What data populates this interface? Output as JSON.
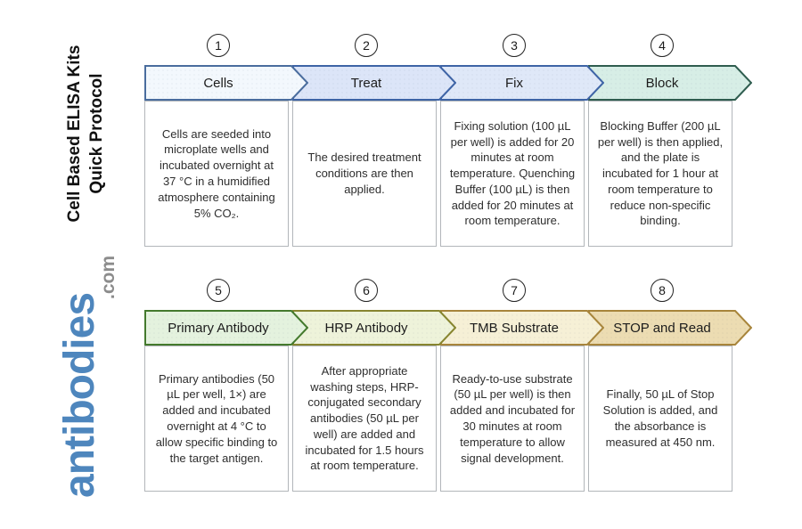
{
  "page": {
    "background": "#ffffff"
  },
  "sidebar": {
    "title_line1": "Cell Based ELISA Kits",
    "title_line2": "Quick Protocol",
    "logo_text": "antibodies",
    "logo_suffix": ".com",
    "logo_color": "#4e86bd",
    "logo_suffix_color": "#8c8c8c"
  },
  "steps": [
    {
      "number": "1",
      "label": "Cells",
      "fill": "#f3f8fd",
      "border": "#4a6d9e",
      "description": "Cells are seeded into microplate wells and incubated overnight at 37 °C in a humidified atmosphere containing 5% CO₂."
    },
    {
      "number": "2",
      "label": "Treat",
      "fill": "#dce5f8",
      "border": "#3e64a6",
      "description": "The desired treatment conditions are then applied."
    },
    {
      "number": "3",
      "label": "Fix",
      "fill": "#dfe8f8",
      "border": "#3e64a6",
      "description": "Fixing solution (100 µL per well) is added for 20 minutes at room temperature. Quenching Buffer (100 µL) is then added for 20 minutes at room temperature."
    },
    {
      "number": "4",
      "label": "Block",
      "fill": "#d7eee6",
      "border": "#2f5d4f",
      "description": "Blocking Buffer (200 µL per well) is then applied, and the plate is incubated for 1 hour at room temperature to reduce non-specific binding."
    },
    {
      "number": "5",
      "label": "Primary Antibody",
      "fill": "#e4f2de",
      "border": "#447a2d",
      "description": "Primary antibodies (50 µL per well, 1×) are added and incubated overnight at 4 °C to allow specific binding to the target antigen."
    },
    {
      "number": "6",
      "label": "HRP Antibody",
      "fill": "#eef3da",
      "border": "#87852f",
      "description": "After appropriate washing steps, HRP-conjugated secondary antibodies (50 µL per well) are added and incubated for 1.5 hours at room temperature."
    },
    {
      "number": "7",
      "label": "TMB Substrate",
      "fill": "#f6f0d6",
      "border": "#a8853b",
      "description": "Ready-to-use substrate (50 µL per well) is then added and incubated for 30 minutes at room temperature to allow signal development."
    },
    {
      "number": "8",
      "label": "STOP and Read",
      "fill": "#ecdcb2",
      "border": "#a8853b",
      "description": "Finally, 50 µL of Stop Solution is added, and the absorbance is measured at 450 nm."
    }
  ]
}
